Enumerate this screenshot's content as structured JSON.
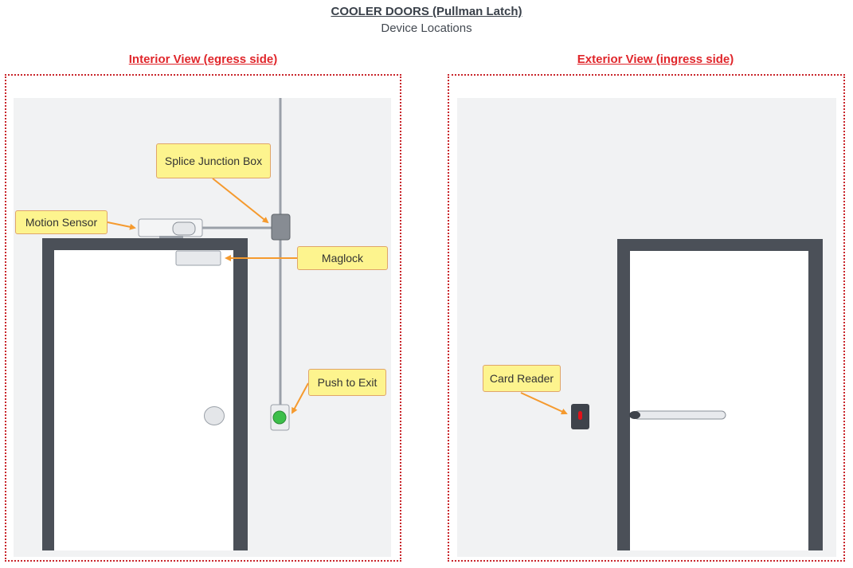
{
  "header": {
    "title": "COOLER DOORS (Pullman Latch)",
    "subtitle": "Device Locations"
  },
  "interior": {
    "title": "Interior View (egress side)",
    "callouts": {
      "splice": "Splice Junction Box",
      "motion": "Motion Sensor",
      "maglock": "Maglock",
      "push": "Push to Exit"
    }
  },
  "exterior": {
    "title": "Exterior View (ingress side)",
    "callouts": {
      "reader": "Card Reader"
    }
  },
  "colors": {
    "accent_red": "#e0262b",
    "callout_fill": "#fdf48e",
    "arrow": "#f59a2e",
    "frame": "#4b5058",
    "push_button": "#3cbf4a",
    "reader_led": "#e0121a"
  }
}
